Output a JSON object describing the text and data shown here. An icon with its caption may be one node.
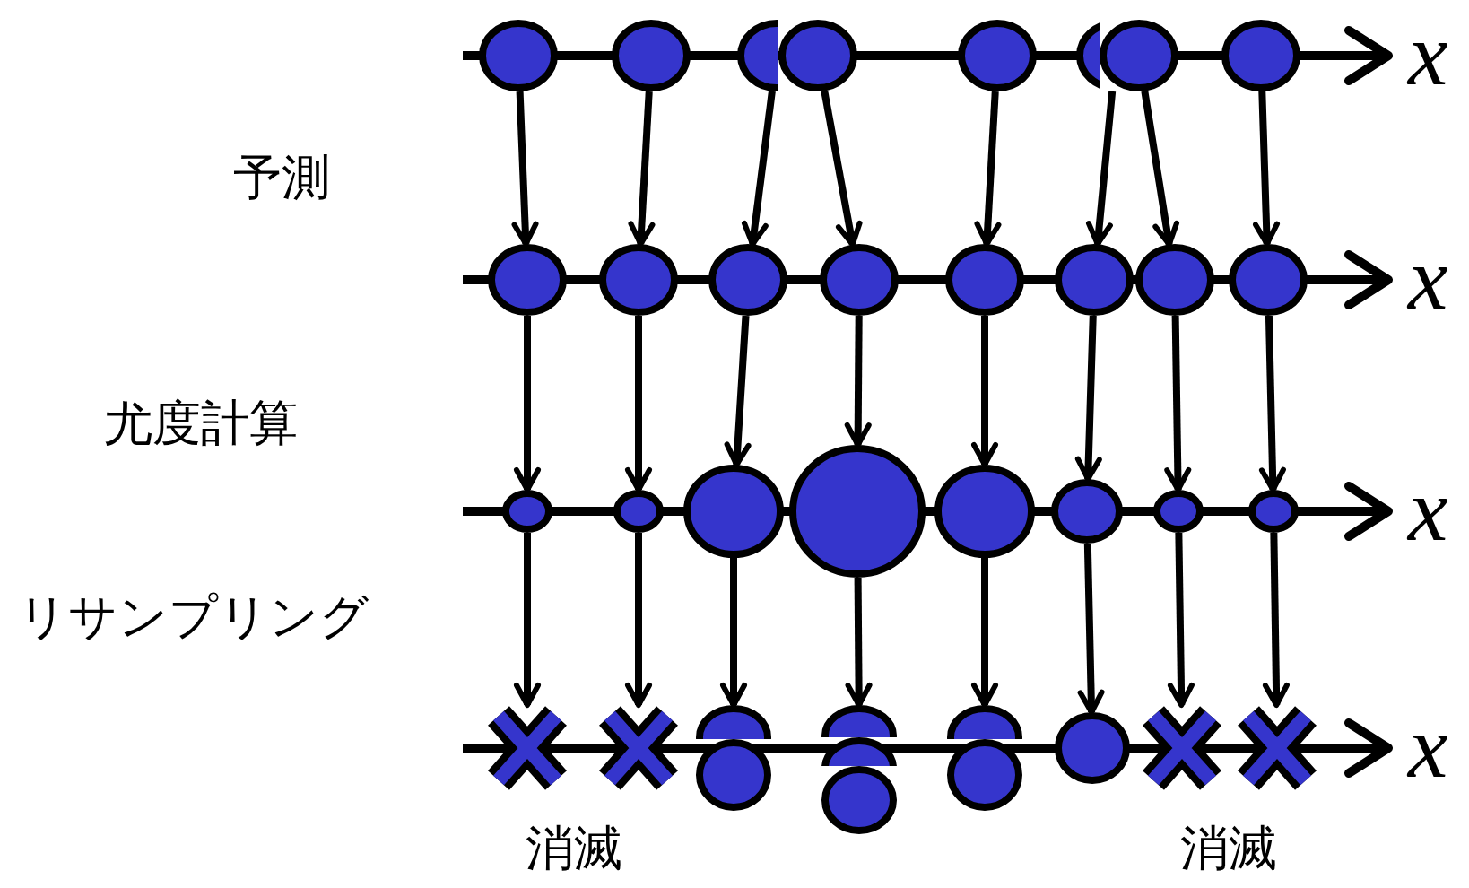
{
  "diagram": {
    "nodes": [
      {
        "text": [],
        "shape": "circle"
      },
      {
        "text": [],
        "shape": "circle"
      },
      {
        "text": [],
        "shape": "circle"
      },
      {
        "text": [],
        "shape": "circle"
      },
      {
        "text": [],
        "shape": "circle"
      },
      {
        "text": [],
        "shape": "circle"
      },
      {
        "text": [],
        "shape": "circle"
      },
      {
        "text": [],
        "shape": "circle"
      },
      {
        "text": [],
        "shape": "circle"
      },
      {
        "text": [],
        "shape": "circle"
      },
      {
        "text": [],
        "shape": "circle"
      },
      {
        "text": [],
        "shape": "circle"
      },
      {
        "text": [],
        "shape": "circle"
      },
      {
        "text": [],
        "shape": "circle"
      },
      {
        "text": [],
        "shape": "circle"
      },
      {
        "text": [],
        "shape": "circle"
      },
      {
        "text": [],
        "shape": "circle"
      },
      {
        "text": [],
        "shape": "circle"
      },
      {
        "text": [],
        "shape": "circle"
      },
      {
        "text": [],
        "shape": "circle"
      },
      {
        "text": [],
        "shape": "circle"
      },
      {
        "text": [],
        "shape": "circle"
      },
      {
        "text": [],
        "shape": "circle"
      },
      {
        "text": [],
        "shape": "circle"
      },
      {
        "text": [],
        "shape": "cross"
      },
      {
        "text": [],
        "shape": "cross"
      },
      {
        "text": [],
        "shape": "circle"
      },
      {
        "text": [],
        "shape": "circle"
      },
      {
        "text": [],
        "shape": "circle"
      },
      {
        "text": [],
        "shape": "circle"
      },
      {
        "text": [],
        "shape": "circle"
      },
      {
        "text": [],
        "shape": "circle"
      },
      {
        "text": [],
        "shape": "circle"
      },
      {
        "text": [],
        "shape": "circle"
      },
      {
        "text": [],
        "shape": "cross"
      },
      {
        "text": [],
        "shape": "cross"
      }
    ],
    "edges": [
      {
        "from": 0,
        "to": 8,
        "arrow": "to"
      },
      {
        "from": 1,
        "to": 9,
        "arrow": "to"
      },
      {
        "from": 2,
        "to": 10,
        "arrow": "to"
      },
      {
        "from": 3,
        "to": 11,
        "arrow": "to"
      },
      {
        "from": 4,
        "to": 12,
        "arrow": "to"
      },
      {
        "from": 5,
        "to": 13,
        "arrow": "to"
      },
      {
        "from": 6,
        "to": 14,
        "arrow": "to"
      },
      {
        "from": 7,
        "to": 15,
        "arrow": "to"
      },
      {
        "from": 8,
        "to": 16,
        "arrow": "to"
      },
      {
        "from": 9,
        "to": 17,
        "arrow": "to"
      },
      {
        "from": 10,
        "to": 18,
        "arrow": "to"
      },
      {
        "from": 11,
        "to": 19,
        "arrow": "to"
      },
      {
        "from": 12,
        "to": 20,
        "arrow": "to"
      },
      {
        "from": 13,
        "to": 21,
        "arrow": "to"
      },
      {
        "from": 14,
        "to": 22,
        "arrow": "to"
      },
      {
        "from": 15,
        "to": 23,
        "arrow": "to"
      },
      {
        "from": 16,
        "to": 24,
        "arrow": "to"
      },
      {
        "from": 17,
        "to": 25,
        "arrow": "to"
      },
      {
        "from": 18,
        "to": 26,
        "arrow": "to"
      },
      {
        "from": 19,
        "to": 28,
        "arrow": "to"
      },
      {
        "from": 20,
        "to": 31,
        "arrow": "to"
      },
      {
        "from": 21,
        "to": 33,
        "arrow": "to"
      },
      {
        "from": 22,
        "to": 34,
        "arrow": "to"
      },
      {
        "from": 23,
        "to": 35,
        "arrow": "to"
      }
    ],
    "labels": [
      "x",
      "予測",
      "x",
      "尤度計算",
      "x",
      "リサンプリング",
      "x",
      "消滅",
      "消滅"
    ]
  }
}
